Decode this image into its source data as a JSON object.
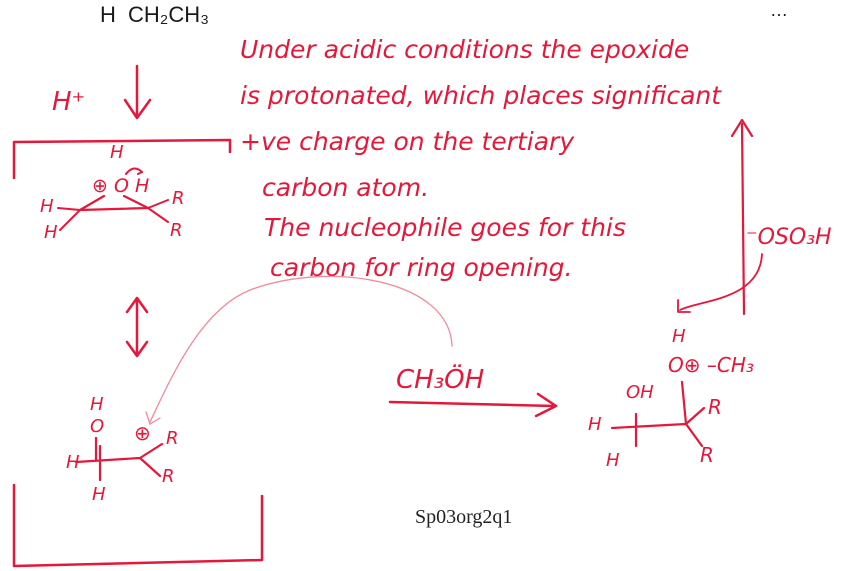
{
  "reactant_top": {
    "h": "H",
    "ethyl": "CH₂CH₃"
  },
  "top_right_fragment": "…",
  "reagent_acid": "H⁺",
  "explanation_lines": [
    "Under acidic conditions the epoxide",
    "is protonated, which places significant",
    "+ve charge on the tertiary",
    "carbon atom.",
    "The nucleophile goes for this",
    "carbon for ring opening."
  ],
  "protonated_epoxide": {
    "oxonium": "⊕ O H",
    "h_on_o": "H",
    "h1": "H",
    "h2": "H",
    "r1": "R",
    "r2": "R"
  },
  "carbocation": {
    "h_top": "H",
    "o": "O",
    "cation": "⊕",
    "h_left": "H",
    "h_bottom": "H",
    "r1": "R",
    "r2": "R"
  },
  "nucleophile": "CH₃ÖH",
  "product": {
    "oh": "OH",
    "oxonium_methyl": "O⊕ –CH₃",
    "h_on_o": "H",
    "h1": "H",
    "h2": "H",
    "r1": "R",
    "r2": "R"
  },
  "base": "⁻OSO₃H",
  "caption": "Sp03org2q1"
}
